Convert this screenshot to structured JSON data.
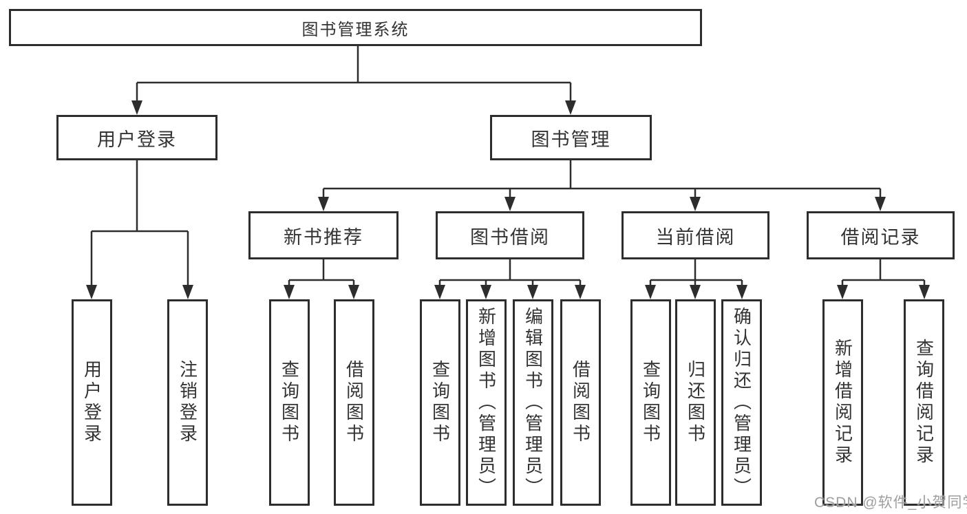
{
  "tree": {
    "root": {
      "label": "图书管理系统"
    },
    "level2": [
      {
        "label": "用户登录",
        "children": [
          {
            "label": "用户登录"
          },
          {
            "label": "注销登录"
          }
        ]
      },
      {
        "label": "图书管理",
        "children": [
          {
            "label": "新书推荐",
            "children": [
              {
                "label": "查询图书"
              },
              {
                "label": "借阅图书"
              }
            ]
          },
          {
            "label": "图书借阅",
            "children": [
              {
                "label": "查询图书"
              },
              {
                "label": "新增图书（管理员）"
              },
              {
                "label": "编辑图书（管理员）"
              },
              {
                "label": "借阅图书"
              }
            ]
          },
          {
            "label": "当前借阅",
            "children": [
              {
                "label": "查询图书"
              },
              {
                "label": "归还图书"
              },
              {
                "label": "确认归还（管理员）"
              }
            ]
          },
          {
            "label": "借阅记录",
            "children": [
              {
                "label": "新增借阅记录"
              },
              {
                "label": "查询借阅记录"
              }
            ]
          }
        ]
      }
    ]
  },
  "watermark": {
    "text": "CSDN @软件_小贺同学"
  },
  "colors": {
    "line": "#2d2d2d",
    "box_border": "#2d2d2d",
    "text": "#333333",
    "background": "#ffffff",
    "watermark": "#969696"
  }
}
